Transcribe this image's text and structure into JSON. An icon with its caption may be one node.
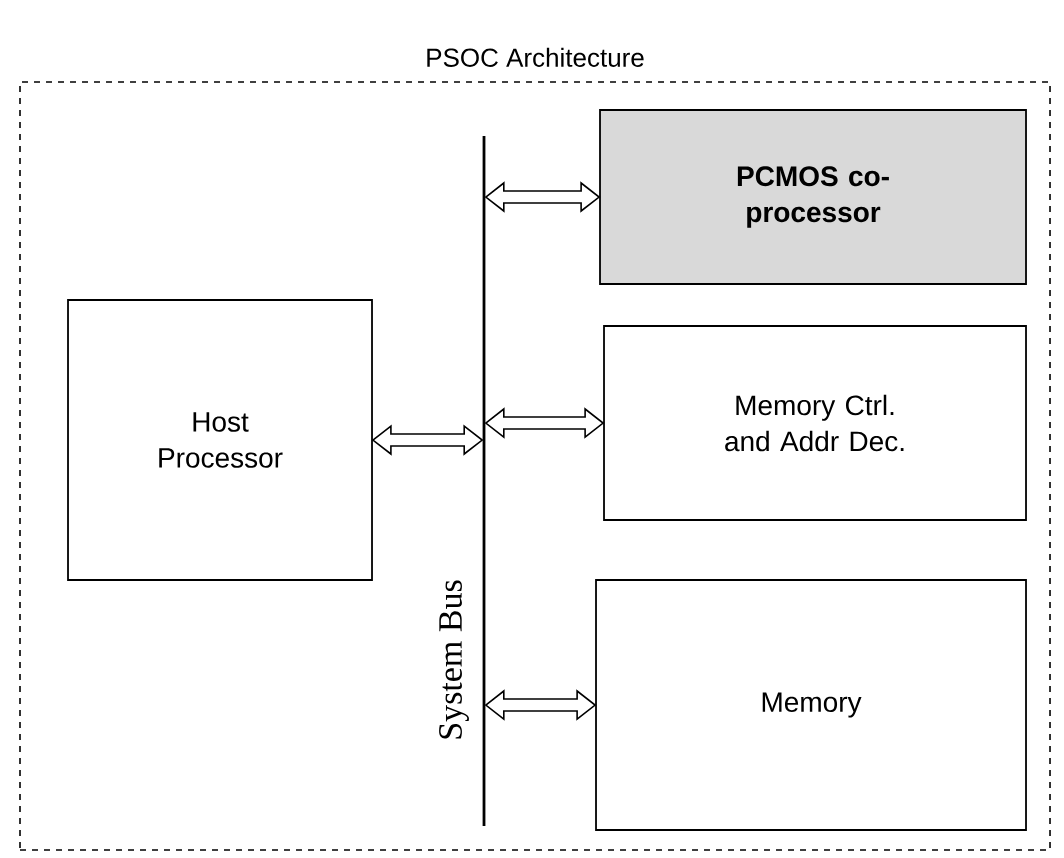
{
  "diagram": {
    "nodes": [
      {
        "text": [
          "PSOC Architecture"
        ]
      },
      {
        "text": [
          "Host Processor"
        ],
        "in": 0
      },
      {
        "text": [],
        "shape": "bar",
        "beside": [
          "System Bus"
        ],
        "in": 0
      },
      {
        "text": [
          "PCMOS co-processor"
        ],
        "in": 0
      },
      {
        "text": [
          "Memory Ctrl. and Addr Dec."
        ],
        "in": 0
      },
      {
        "text": [
          "Memory"
        ],
        "in": 0
      }
    ],
    "edges": [
      {
        "from": 1,
        "to": 2,
        "arrow": "both"
      },
      {
        "from": 2,
        "to": 3,
        "arrow": "both"
      },
      {
        "from": 2,
        "to": 4,
        "arrow": "both"
      },
      {
        "from": 2,
        "to": 5,
        "arrow": "both"
      }
    ]
  }
}
